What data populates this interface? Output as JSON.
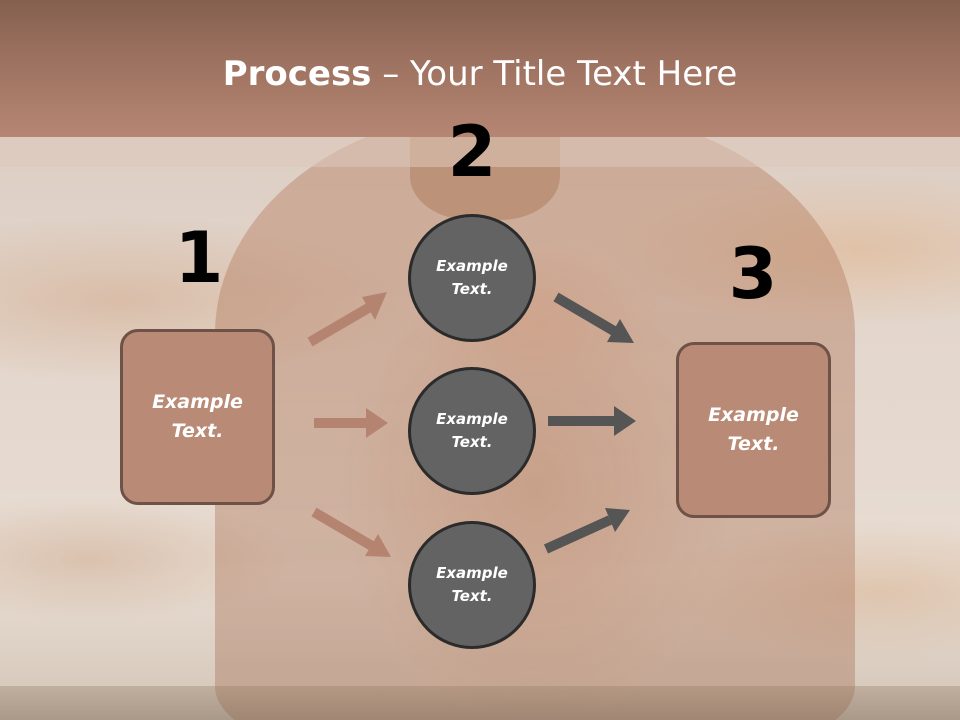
{
  "title": {
    "bold": "Process",
    "rest": " – Your Title Text Here"
  },
  "steps": [
    {
      "number": "1",
      "text": "Example Text."
    },
    {
      "number": "2",
      "text": ""
    },
    {
      "number": "3",
      "text": "Example Text."
    }
  ],
  "circles": [
    {
      "text": "Example Text."
    },
    {
      "text": "Example Text."
    },
    {
      "text": "Example Text."
    }
  ],
  "colors": {
    "header": "#a07565",
    "box_fill": "#b98a75",
    "box_border": "#6e5247",
    "circle_fill": "#636363",
    "circle_border": "#2b2b2b",
    "arrow_in": "#b58471",
    "arrow_out": "#555555"
  }
}
